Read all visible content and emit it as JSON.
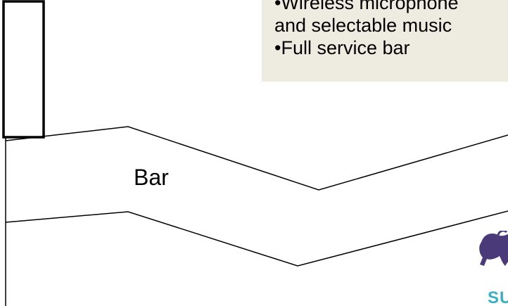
{
  "info": {
    "line1": "•Wireless microphone",
    "line2": "and selectable music",
    "line3": "•Full service bar"
  },
  "bar": {
    "label": "Bar"
  },
  "logo": {
    "text": "SUN",
    "icon": "horse-icon",
    "color": "#3ab0c6",
    "horse_color": "#4b3a7a"
  },
  "colors": {
    "info_background": "#eeece1",
    "lines": "#000000"
  }
}
